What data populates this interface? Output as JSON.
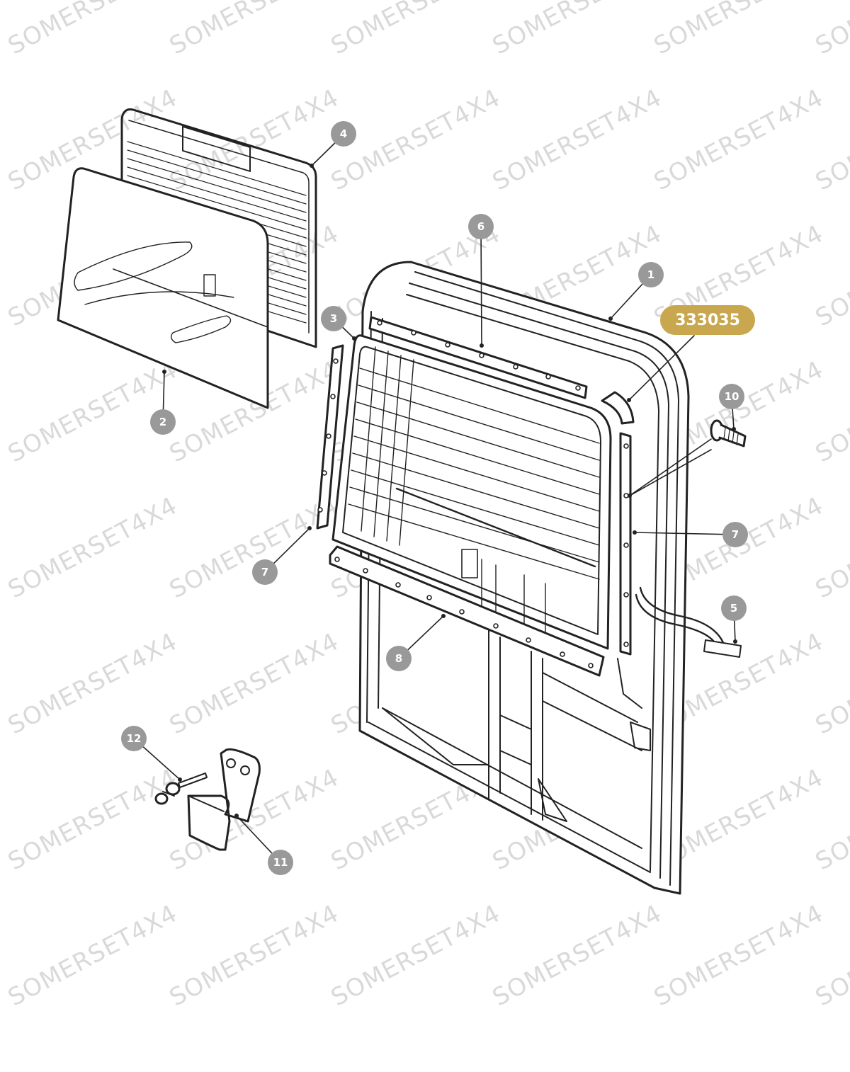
{
  "watermark": {
    "text": "SOMERSET4X4"
  },
  "callouts": [
    {
      "id": "1",
      "label": "1"
    },
    {
      "id": "2",
      "label": "2"
    },
    {
      "id": "3",
      "label": "3"
    },
    {
      "id": "4",
      "label": "4"
    },
    {
      "id": "5",
      "label": "5"
    },
    {
      "id": "6",
      "label": "6"
    },
    {
      "id": "7a",
      "label": "7"
    },
    {
      "id": "7b",
      "label": "7"
    },
    {
      "id": "8",
      "label": "8"
    },
    {
      "id": "10",
      "label": "10"
    },
    {
      "id": "11",
      "label": "11"
    },
    {
      "id": "12",
      "label": "12"
    }
  ],
  "highlight": {
    "part_number": "333035",
    "color": "#c9a74e"
  },
  "colors": {
    "line": "#222222",
    "callout": "#999999",
    "watermark": "#d9d9d9"
  }
}
